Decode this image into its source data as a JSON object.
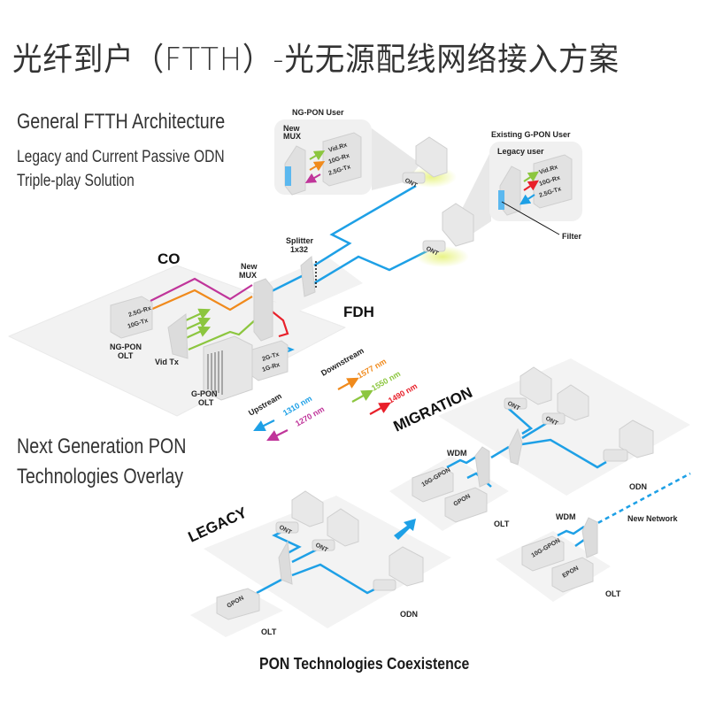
{
  "title": "光纤到户（FTTH）-光无源配线网络接入方案",
  "section1": {
    "title": "General FTTH Architecture",
    "line1": "Legacy and Current Passive ODN",
    "line2": "Triple-play Solution"
  },
  "section2": {
    "line1": "Next Generation PON",
    "line2": "Technologies Overlay"
  },
  "footer": "PON Technologies Coexistence",
  "architecture": {
    "co_label": "CO",
    "fdh_label": "FDH",
    "new_mux_label_1": "New",
    "new_mux_label_2": "MUX",
    "splitter_label_1": "Splitter",
    "splitter_label_2": "1x32",
    "ngpon_olt_label_1": "NG-PON",
    "ngpon_olt_label_2": "OLT",
    "ngpon_olt_ports": [
      "2.5G-Rx",
      "10G-Tx"
    ],
    "vid_tx_label": "Vid Tx",
    "gpon_olt_label_1": "G-PON",
    "gpon_olt_label_2": "OLT",
    "gpon_ports": [
      "2G-Tx",
      "1G-Rx"
    ],
    "ont_label": "ONT",
    "ngpon_user": {
      "title": "NG-PON User",
      "mux_1": "New",
      "mux_2": "MUX",
      "ports": [
        "Vid.Rx",
        "10G-Rx",
        "2.5G-Tx"
      ]
    },
    "gpon_user": {
      "title": "Existing G-PON User",
      "subtitle": "Legacy user",
      "ports": [
        "Vid.Rx",
        "10G-Rx",
        "2.5G-Tx"
      ],
      "filter_label": "Filter"
    }
  },
  "wavelengths": {
    "downstream_label": "Downstream",
    "upstream_label": "Upstream",
    "downstream": [
      {
        "label": "1577 nm",
        "color": "#f08a1c"
      },
      {
        "label": "1550 nm",
        "color": "#8cc63f"
      },
      {
        "label": "1490 nm",
        "color": "#e8202a"
      }
    ],
    "upstream": [
      {
        "label": "1310 nm",
        "color": "#1ea0e6"
      },
      {
        "label": "1270 nm",
        "color": "#c0359a"
      }
    ]
  },
  "overlay": {
    "legacy_label": "LEGACY",
    "migration_label": "MIGRATION",
    "legacy_olt_device": "GPON",
    "legacy_olt_label": "OLT",
    "legacy_odn_label": "ODN",
    "migration_wdm_label": "WDM",
    "migration_olt_devices": [
      "10G-GPON",
      "GPON"
    ],
    "migration_olt_label": "OLT",
    "migration_odn_label": "ODN",
    "new_wdm_label": "WDM",
    "new_olt_devices": [
      "10G-GPON",
      "EPON"
    ],
    "new_olt_label": "OLT",
    "new_network_label": "New Network",
    "ont_label": "ONT"
  },
  "colors": {
    "fiber": "#1ea0e6",
    "orange": "#f08a1c",
    "green": "#8cc63f",
    "red": "#e8202a",
    "magenta": "#c0359a",
    "platform": "#f2f2f2",
    "device": "#e4e4e4"
  }
}
